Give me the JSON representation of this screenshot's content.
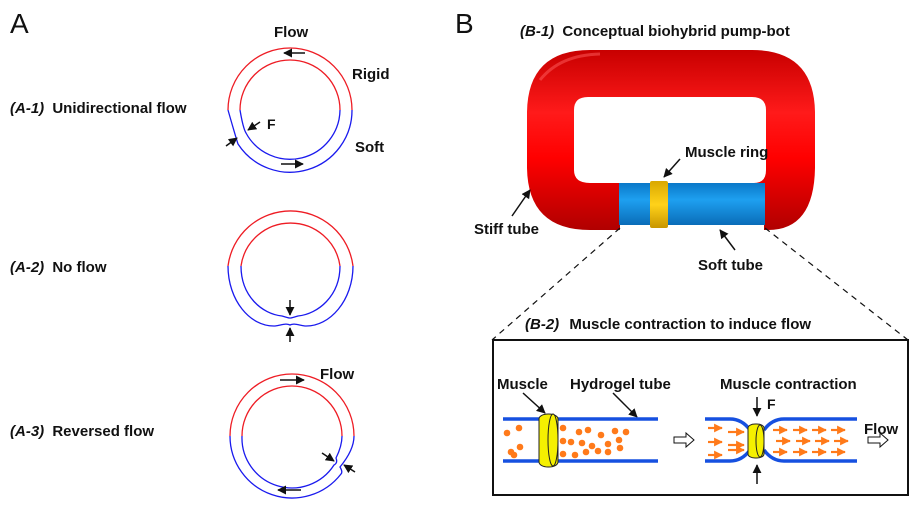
{
  "panels": {
    "A": {
      "letter": "A",
      "subpanels": [
        {
          "id": "A-1",
          "tag": "(A-1)",
          "title": "Unidirectional flow",
          "flow_label": "Flow",
          "rigid_label": "Rigid",
          "soft_label": "Soft",
          "force_label": "F",
          "flow_direction": "counterclockwise-top"
        },
        {
          "id": "A-2",
          "tag": "(A-2)",
          "title": "No flow",
          "flow_direction": "none"
        },
        {
          "id": "A-3",
          "tag": "(A-3)",
          "title": "Reversed flow",
          "flow_label": "Flow",
          "flow_direction": "clockwise-top"
        }
      ],
      "colors": {
        "rigid": "#ee1c24",
        "soft": "#1a1aee"
      }
    },
    "B": {
      "letter": "B",
      "b1": {
        "tag": "(B-1)",
        "title": "Conceptual biohybrid pump-bot",
        "muscle_ring_label": "Muscle ring",
        "stiff_tube_label": "Stiff tube",
        "soft_tube_label": "Soft tube"
      },
      "b2": {
        "tag": "(B-2)",
        "title": "Muscle contraction to induce flow",
        "muscle_label": "Muscle",
        "hydrogel_label": "Hydrogel tube",
        "contraction_label": "Muscle contraction",
        "force_label": "F",
        "flow_label": "Flow"
      },
      "colors": {
        "stiff": "#ff0000",
        "soft": "#0a8fe0",
        "ring": "#f0c000",
        "muscle": "#f5f000",
        "particles": "#ff7a1a",
        "tube_wall": "#1650e0"
      }
    }
  }
}
